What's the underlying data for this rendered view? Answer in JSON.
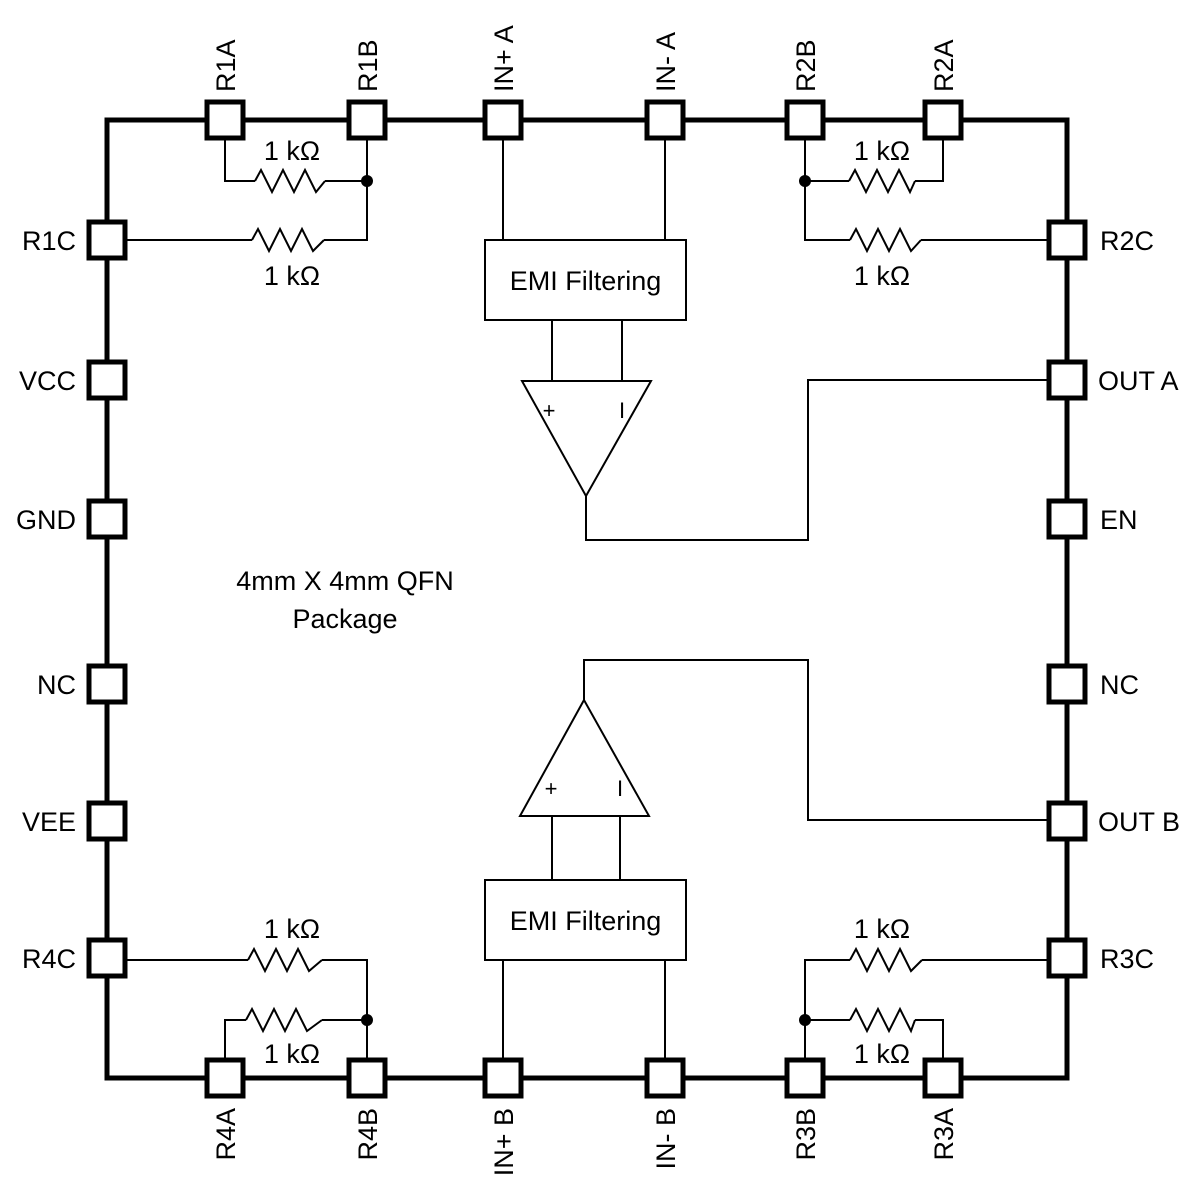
{
  "pins": {
    "r1a": "R1A",
    "r1b": "R1B",
    "in_plus_a": "IN+ A",
    "in_minus_a": "IN- A",
    "r2b": "R2B",
    "r2a": "R2A",
    "r1c": "R1C",
    "vcc": "VCC",
    "gnd": "GND",
    "nc_left": "NC",
    "vee": "VEE",
    "r4c": "R4C",
    "r2c": "R2C",
    "out_a": "OUT A",
    "en": "EN",
    "nc_right": "NC",
    "out_b": "OUT B",
    "r3c": "R3C",
    "r4a": "R4A",
    "r4b": "R4B",
    "in_plus_b": "IN+ B",
    "in_minus_b": "IN- B",
    "r3b": "R3B",
    "r3a": "R3A"
  },
  "resistors": {
    "r1_top": "1 kΩ",
    "r1_bottom": "1 kΩ",
    "r2_top": "1 kΩ",
    "r2_bottom": "1 kΩ",
    "r4_top": "1 kΩ",
    "r4_bottom": "1 kΩ",
    "r3_top": "1 kΩ",
    "r3_bottom": "1 kΩ"
  },
  "blocks": {
    "emi_a": "EMI Filtering",
    "emi_b": "EMI Filtering"
  },
  "amplifiers": {
    "plus": "+",
    "minus": "I"
  },
  "package": {
    "line1": "4mm X 4mm QFN",
    "line2": "Package"
  }
}
